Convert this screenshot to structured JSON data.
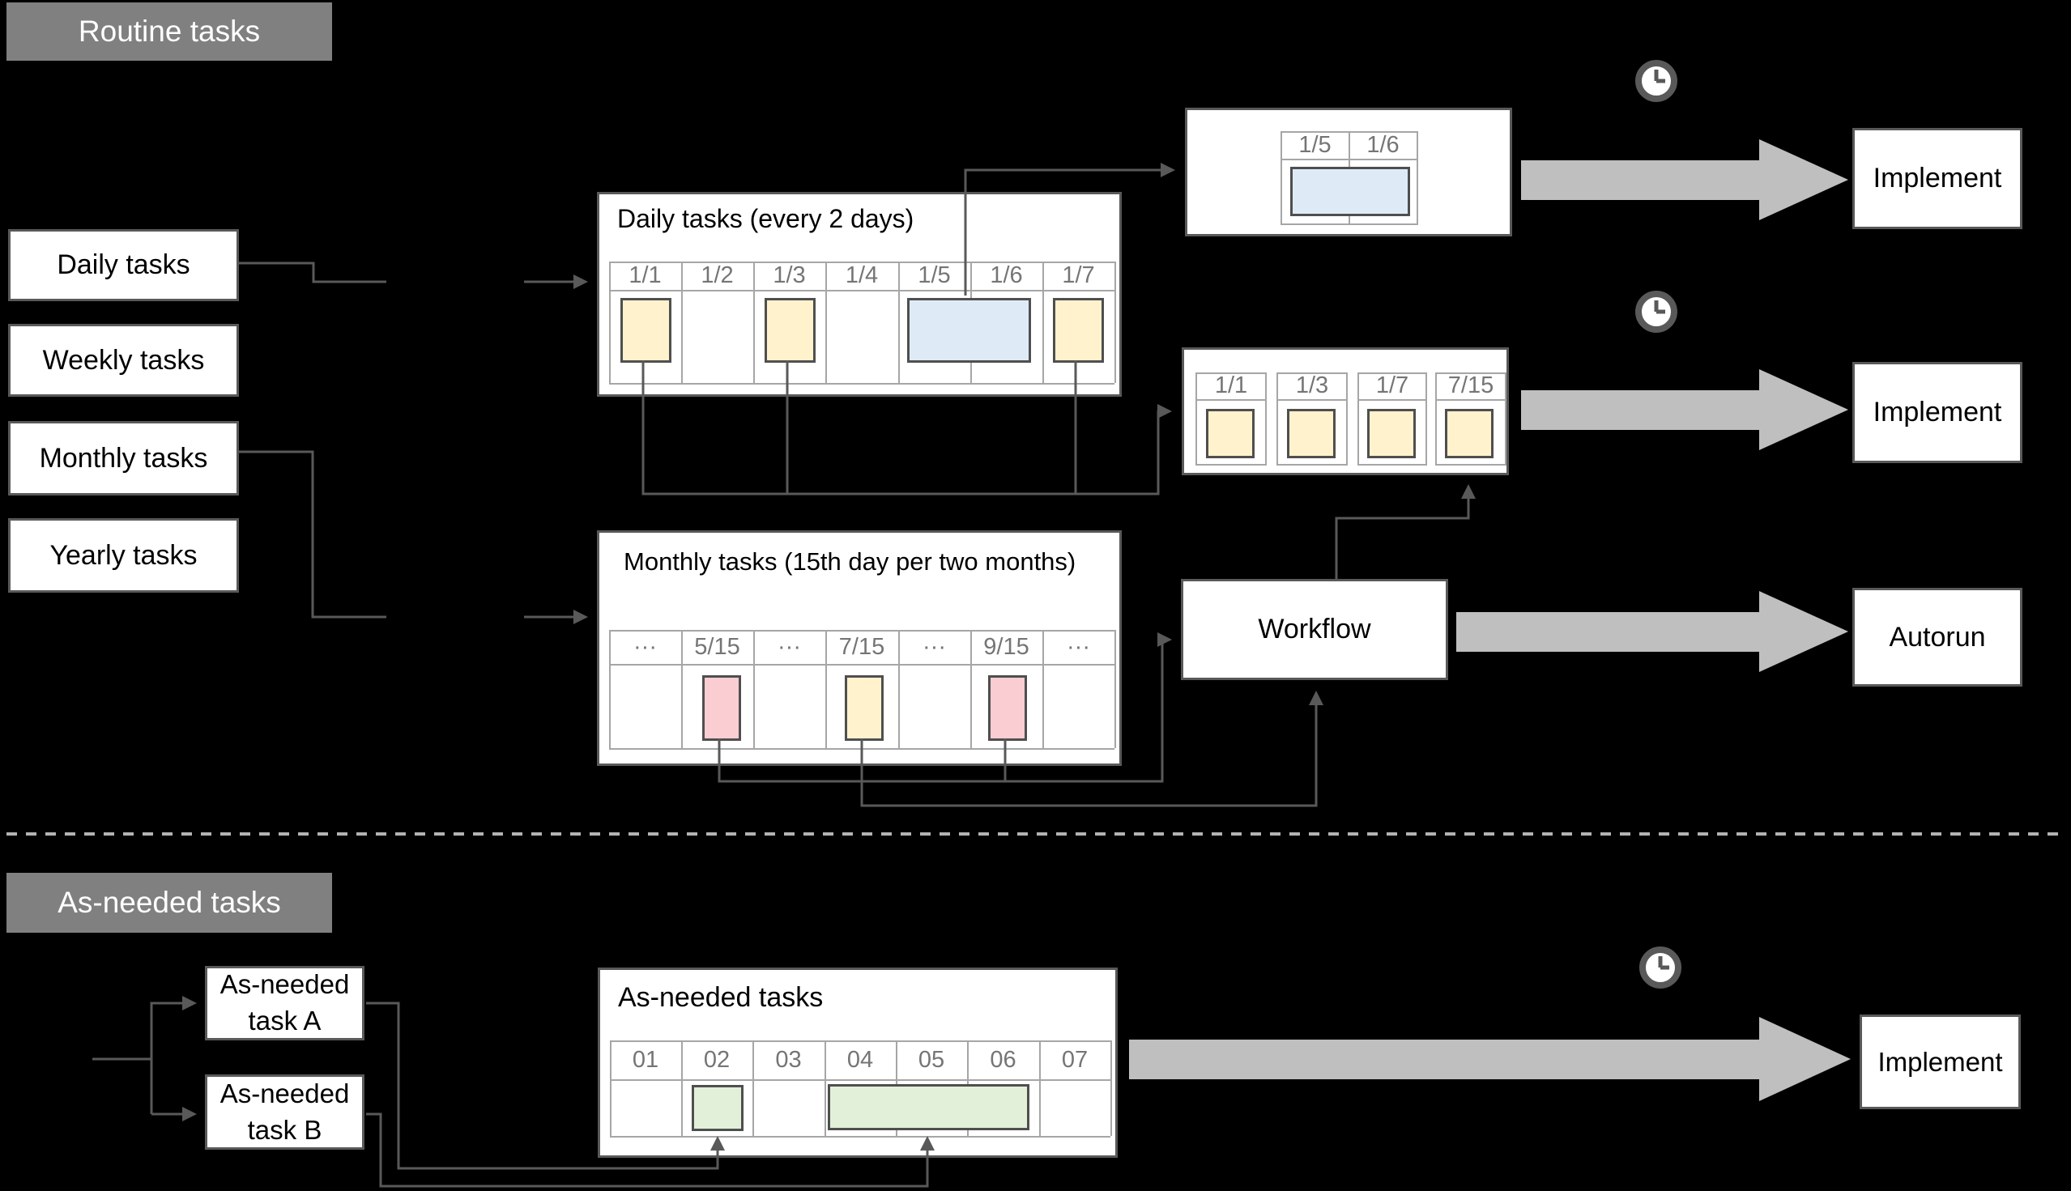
{
  "banners": {
    "routine": "Routine tasks",
    "as_needed": "As-needed tasks"
  },
  "left_tasks": [
    "Daily tasks",
    "Weekly tasks",
    "Monthly tasks",
    "Yearly tasks"
  ],
  "daily_calendar": {
    "title": "Daily tasks (every 2 days)",
    "days": [
      "1/1",
      "1/2",
      "1/3",
      "1/4",
      "1/5",
      "1/6",
      "1/7"
    ],
    "task_days": [
      "1/1",
      "1/3",
      "1/7"
    ],
    "span_task_days": [
      "1/5",
      "1/6"
    ]
  },
  "detail_box": {
    "days": [
      "1/5",
      "1/6"
    ]
  },
  "collection_box": {
    "days": [
      "1/1",
      "1/3",
      "1/7",
      "7/15"
    ]
  },
  "monthly_calendar": {
    "title": "Monthly tasks (15th day per two months)",
    "days": [
      "···",
      "5/15",
      "···",
      "7/15",
      "···",
      "9/15",
      "···"
    ],
    "pink_days": [
      "5/15",
      "9/15"
    ],
    "yellow_days": [
      "7/15"
    ]
  },
  "workflow_label": "Workflow",
  "outputs": {
    "implement_daily": "Implement",
    "implement_collection": "Implement",
    "autorun": "Autorun",
    "implement_as_needed": "Implement"
  },
  "as_needed_section": {
    "task_a_line1": "As-needed",
    "task_a_line2": "task A",
    "task_b_line1": "As-needed",
    "task_b_line2": "task B",
    "calendar": {
      "title": "As-needed tasks",
      "days": [
        "01",
        "02",
        "03",
        "04",
        "05",
        "06",
        "07"
      ],
      "task_days": [
        "02",
        "04-06"
      ]
    }
  },
  "icons": {
    "clock": "clock-icon"
  },
  "colors": {
    "background": "#000000",
    "banner": "#808080",
    "box_border": "#595959",
    "grid_line": "#A6A6A6",
    "header_text": "#757575",
    "yellow": "#FFF2CC",
    "blue": "#DEEBF7",
    "pink": "#FACDD2",
    "green": "#E2F0D9",
    "big_arrow": "#BFBFBF",
    "connector": "#595959",
    "dashed_divider": "#B3B3B3"
  }
}
